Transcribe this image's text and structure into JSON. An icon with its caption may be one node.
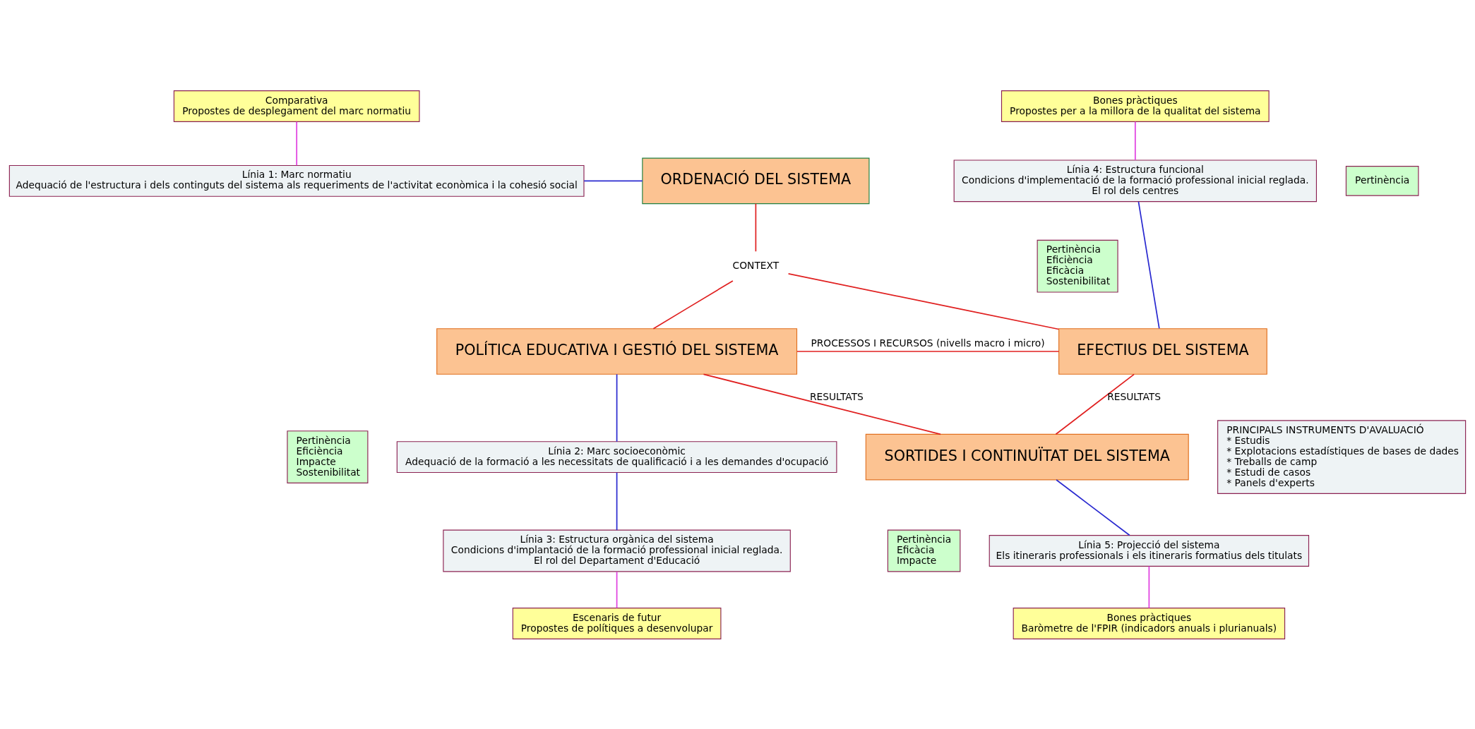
{
  "diagram": {
    "nodes": [
      {
        "text": [
          "Comparativa",
          "Propostes de desplegament del marc normatiu"
        ]
      },
      {
        "text": [
          "Línia 1: Marc normatiu",
          "Adequació de l'estructura i dels continguts del sistema als requeriments de l'activitat econòmica i la cohesió social"
        ]
      },
      {
        "text": [
          "ORDENACIÓ DEL SISTEMA"
        ]
      },
      {
        "text": [
          "Pertinència"
        ]
      },
      {
        "text": [
          "Bones pràctiques",
          "Propostes per a la millora de la qualitat del sistema"
        ]
      },
      {
        "text": [
          "Línia 4: Estructura funcional",
          "Condicions d'implementació de la formació professional inicial reglada.",
          "El rol dels centres"
        ]
      },
      {
        "text": [
          "Pertinència",
          "Eficiència",
          "Eficàcia",
          "Sostenibilitat"
        ]
      },
      {
        "text": [
          "CONTEXT"
        ]
      },
      {
        "text": [
          "POLÍTICA EDUCATIVA I GESTIÓ DEL SISTEMA"
        ]
      },
      {
        "text": [
          "EFECTIUS DEL SISTEMA"
        ]
      },
      {
        "text": [
          "Pertinència",
          "Eficiència",
          "Impacte",
          "Sostenibilitat"
        ]
      },
      {
        "text": [
          "Línia 2: Marc socioeconòmic",
          "Adequació de la formació a les necessitats de qualificació i a les demandes d'ocupació"
        ]
      },
      {
        "text": [
          "SORTIDES I CONTINUÏTAT DEL SISTEMA"
        ]
      },
      {
        "text": [
          "Pertinència",
          "Eficàcia",
          "Impacte"
        ]
      },
      {
        "text": [
          "Línia 3: Estructura orgànica del sistema",
          "Condicions d'implantació de la formació professional inicial reglada.",
          "El rol del Departament d'Educació"
        ]
      },
      {
        "text": [
          "Línia 5: Projecció del sistema",
          "Els itineraris professionals i els itineraris formatius dels titulats"
        ]
      },
      {
        "text": [
          "Escenaris de futur",
          "Propostes de polítiques a desenvolupar"
        ]
      },
      {
        "text": [
          "Bones pràctiques",
          "Baròmetre de l'FPIR (indicadors anuals i plurianuals)"
        ]
      },
      {
        "text": [
          "PRINCIPALS INSTRUMENTS D'AVALUACIÓ",
          "* Estudis",
          "* Explotacions estadístiques de bases de dades",
          "* Treballs de camp",
          "* Estudi de casos",
          "* Panels d'experts"
        ]
      }
    ],
    "edges": [
      {
        "from": 0,
        "to": 1,
        "arrow": "none",
        "color": "#e040e0"
      },
      {
        "from": 1,
        "to": 2,
        "arrow": "none",
        "color": "#2a2ad0"
      },
      {
        "from": 4,
        "to": 5,
        "arrow": "none",
        "color": "#e040e0"
      },
      {
        "from": 5,
        "to": 9,
        "arrow": "none",
        "color": "#2a2ad0"
      },
      {
        "from": 2,
        "to": 7,
        "arrow": "none"
      },
      {
        "from": 7,
        "to": 8,
        "arrow": "none"
      },
      {
        "from": 7,
        "to": 9,
        "arrow": "none"
      },
      {
        "from": 8,
        "to": 9,
        "arrow": "none",
        "label": "PROCESSOS I RECURSOS (nivells macro i micro)"
      },
      {
        "from": 8,
        "to": 12,
        "arrow": "none",
        "label": "RESULTATS"
      },
      {
        "from": 9,
        "to": 12,
        "arrow": "none",
        "label": "RESULTATS"
      },
      {
        "from": 8,
        "to": 11,
        "arrow": "none",
        "color": "#2a2ad0"
      },
      {
        "from": 11,
        "to": 14,
        "arrow": "none",
        "color": "#2a2ad0"
      },
      {
        "from": 14,
        "to": 16,
        "arrow": "none",
        "color": "#e040e0"
      },
      {
        "from": 12,
        "to": 15,
        "arrow": "none",
        "color": "#2a2ad0"
      },
      {
        "from": 15,
        "to": 17,
        "arrow": "none",
        "color": "#e040e0"
      }
    ]
  }
}
